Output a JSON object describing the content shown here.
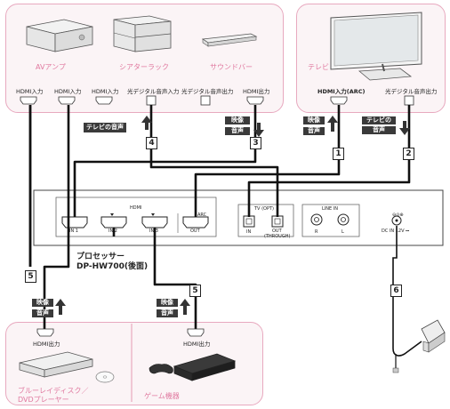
{
  "top_devices": {
    "av_amp": "AVアンプ",
    "theater_rack": "シアターラック",
    "sound_bar": "サウンドバー",
    "ports": [
      "HDMI入力",
      "HDMI入力",
      "HDMI入力",
      "光デジタル音声入力",
      "光デジタル音声出力",
      "HDMI出力"
    ]
  },
  "tv": {
    "label": "テレビ",
    "hdmi_arc": "HDMI入力(ARC)",
    "optical_out": "光デジタル音声出力"
  },
  "tags": {
    "tv_audio": "テレビの音声",
    "tv_audio_split": [
      "テレビの",
      "音声"
    ],
    "video": "映像",
    "audio": "音声"
  },
  "cable_numbers": [
    "1",
    "2",
    "3",
    "4",
    "5",
    "5",
    "6"
  ],
  "processor": {
    "hdmi": "HDMI",
    "hdmi_ports": [
      "IN 1",
      "IN 2",
      "IN 3"
    ],
    "arc_top": "ARC",
    "arc_bottom": "OUT",
    "tv_opt": "TV (OPT)",
    "opt_in": "IN",
    "opt_out": "OUT",
    "opt_through": "(THROUGH)",
    "line_in": "LINE IN",
    "line_r": "R",
    "line_l": "L",
    "dc_in": "DC IN 12V",
    "name": "プロセッサー",
    "model": "DP-HW700(後面)"
  },
  "bottom_devices": {
    "hdmi_out": "HDMI出力",
    "bluray_line1": "ブルーレイディスク／",
    "bluray_line2": "DVDプレーヤー",
    "game": "ゲーム機器"
  }
}
